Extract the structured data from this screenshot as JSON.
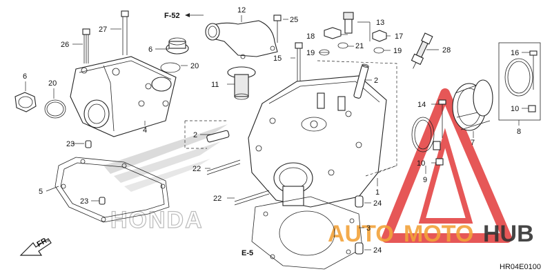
{
  "diagram": {
    "code": "HR04E0100",
    "direction_arrow": "FR.",
    "refs": {
      "f52": "F-52",
      "e5": "E-5"
    },
    "brand_watermark": "HONDA",
    "site_watermark": {
      "part1": "AUTO",
      "part2": "MOTO",
      "part3": "HUB"
    },
    "colors": {
      "watermark_red": "#e23a3a",
      "watermark_orange": "#f2a33a",
      "watermark_dark": "#333333"
    },
    "callouts": {
      "c1": "1",
      "c2a": "2",
      "c2b": "2",
      "c3": "3",
      "c4": "4",
      "c5": "5",
      "c6a": "6",
      "c6b": "6",
      "c7": "7",
      "c8": "8",
      "c9": "9",
      "c10a": "10",
      "c10b": "10",
      "c11": "11",
      "c12": "12",
      "c13": "13",
      "c14": "14",
      "c15": "15",
      "c16": "16",
      "c17": "17",
      "c18": "18",
      "c19a": "19",
      "c19b": "19",
      "c20a": "20",
      "c20b": "20",
      "c21": "21",
      "c22a": "22",
      "c22b": "22",
      "c23a": "23",
      "c23b": "23",
      "c24a": "24",
      "c24b": "24",
      "c25": "25",
      "c26": "26",
      "c27": "27",
      "c28": "28"
    }
  }
}
